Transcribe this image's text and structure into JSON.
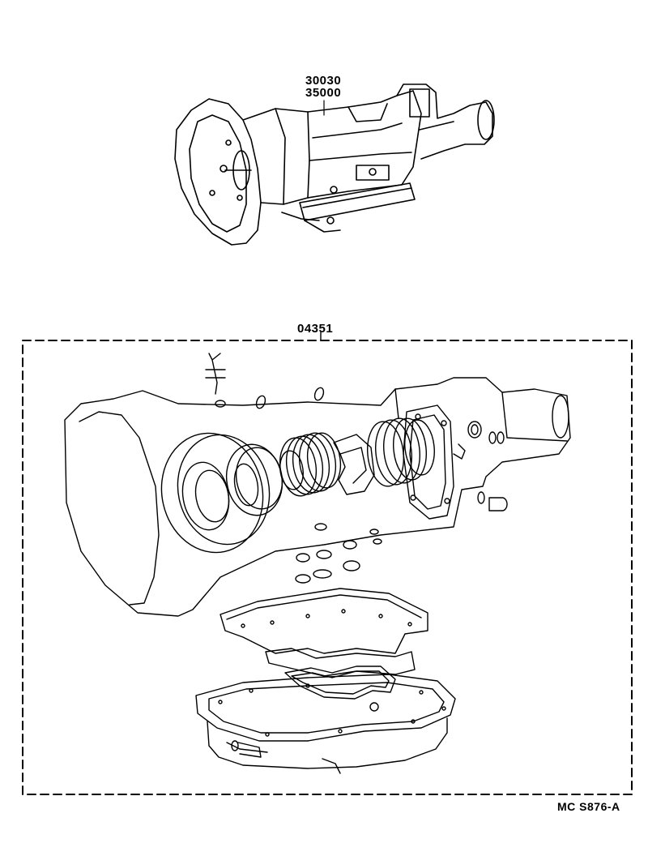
{
  "assembly": {
    "part_numbers": [
      "30030",
      "35000"
    ]
  },
  "overhaul_kit": {
    "part_number": "04351"
  },
  "figure_code": "MC  S876-A"
}
